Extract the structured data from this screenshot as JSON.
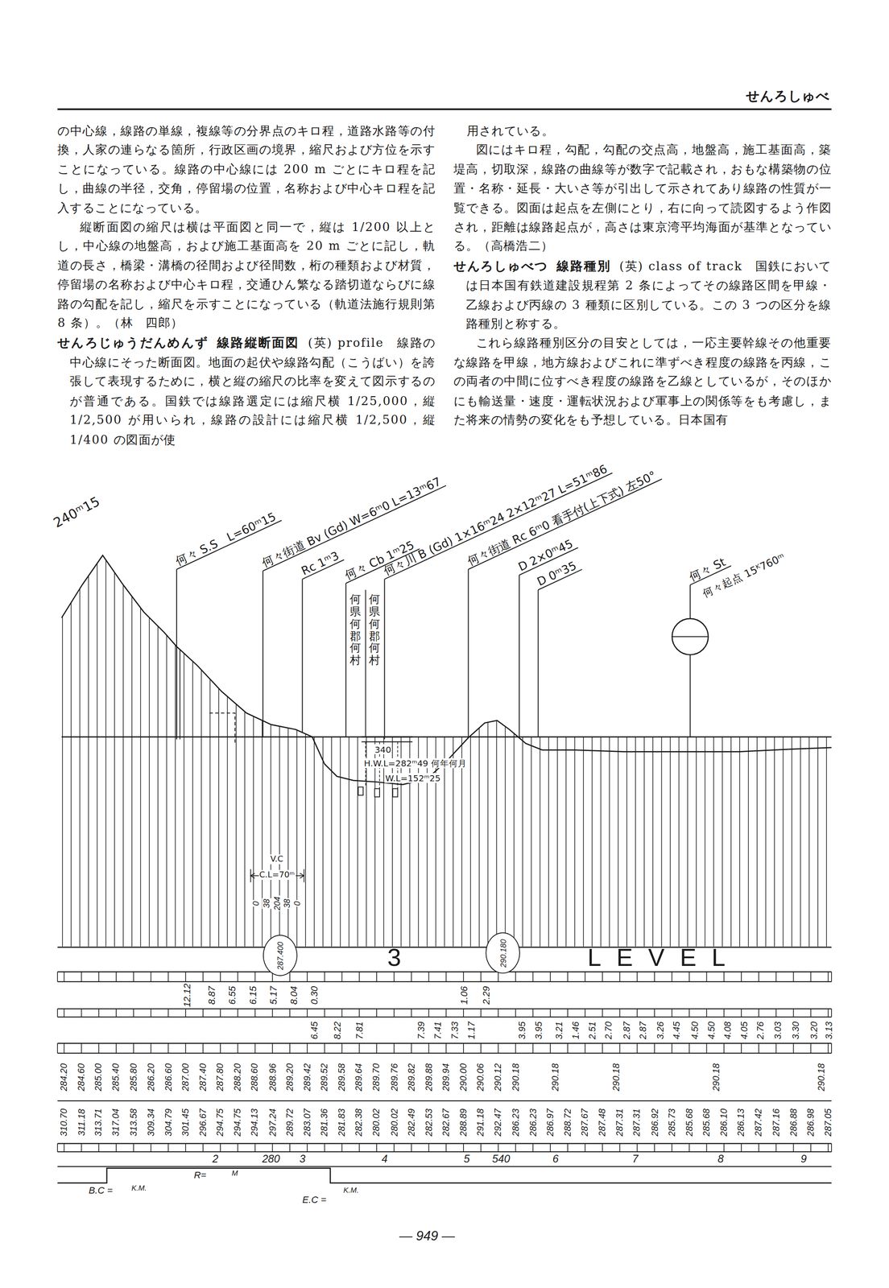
{
  "diagram": {
    "title": "せんろしゅべ",
    "nodes": [
      {
        "text": [
          "287.400"
        ]
      },
      {
        "text": [
          "290.180"
        ]
      }
    ],
    "labels": [
      "の中心線，線路の単線，複線等の分界点のキロ程，道路水路等の付換，人家の連らなる箇所，行政区画の境界，縮尺および方位を示すことになっている。線路の中心線には 200 m ごとにキロ程を記し，曲線の半径，交角，停留場の位置，名称および中心キロ程を記入することになっている。",
      "縦断面図の縮尺は横は平面図と同一で，縦は 1/200 以上とし，中心線の地盤高，および施工基面高を 20 m ごとに記し，軌道の長さ，橋梁・溝橋の径間および径間数，桁の種類および材質，停留場の名称および中心キロ程，交通ひん繁なる踏切道ならびに線路の勾配を記し，縮尺を示すことになっている（軌道法施行規則第 8 条）。（林　四郎）",
      "せんろじゅうだんめんず",
      "線路縦断面図",
      "(英) profile　線路の中心線にそった断面図。地面の起伏や線路勾配（こうばい）を誇張して表現するために，横と縦の縮尺の比率を変えて図示するのが普通である。国鉄では線路選定には縮尺横 1/25,000，縦 1/2,500 が用いられ，線路の設計には縮尺横 1/2,500，縦 1/400 の図面が使",
      "用されている。",
      "図にはキロ程，勾配，勾配の交点高，地盤高，施工基面高，築堤高，切取深，線路の曲線等が数字で記載され，おもな構築物の位置・名称・延長・大いさ等が引出して示されてあり線路の性質が一覧できる。図面は起点を左側にとり，右に向って読図するよう作図され，距離は線路起点が，高さは東京湾平均海面が基準となっている。（高橋浩二）",
      "せんろしゅべつ",
      "線路種別",
      "(英) class of track　国鉄においては日本国有鉄道建設規程第 2 条によってその線路区間を甲線・乙線および丙線の 3 種類に区別している。この 3 つの区分を線路種別と称する。",
      "これら線路種別区分の目安としては，一応主要幹線その他重要な線路を甲線，地方線およびこれに準ずべき程度の線路を丙線，この両者の中間に位すべき程度の線路を乙線としているが，そのほかにも輸送量・速度・運転状況および軍事上の関係等をも考慮し，また将来の情勢の変化をも予想している。日本国有",
      "— 949 —",
      "240ᵐ15",
      "何々 S.S　L=60ᵐ15",
      "何々街道 Bv (Gd) W=6ᵐ0 L=13ᵐ67",
      "Rc 1ᵐ3",
      "何々 Cb 1ᵐ25",
      "何々川 B (Gd) 1×16ᵐ24 2×12ᵐ27 L=51ᵐ86",
      "何々街道 Rc 6ᵐ0 看手付(上下式) 左50°",
      "D 2×0ᵐ45",
      "D 0ᵐ35",
      "何々 St",
      "何々起点 15ᴷ760ᵐ",
      "何県何郡何村",
      "何県何郡何村",
      "340",
      "H.W.L=282ᵐ49 何年何月",
      "W.L=152ᵐ25",
      "V.C",
      "C.L=70ᵐ",
      "0",
      "38",
      "204",
      "38",
      "0",
      "3",
      "LEVEL",
      "12.12",
      "8.87",
      "6.55",
      "6.15",
      "5.17",
      "8.04",
      "0.30",
      "1.06",
      "2.29",
      "6.45",
      "8.22",
      "7.81",
      "7.39",
      "7.41",
      "7.33",
      "1.17",
      "3.95",
      "3.95",
      "3.21",
      "1.46",
      "2.51",
      "2.70",
      "2.87",
      "2.87",
      "3.26",
      "4.45",
      "4.50",
      "4.50",
      "4.08",
      "4.05",
      "2.76",
      "3.03",
      "3.30",
      "3.20",
      "3.13",
      "284.20",
      "284.60",
      "285.00",
      "285.40",
      "285.80",
      "286.20",
      "286.60",
      "287.00",
      "287.40",
      "287.80",
      "288.20",
      "288.60",
      "288.96",
      "289.20",
      "289.42",
      "289.52",
      "289.58",
      "289.64",
      "289.70",
      "289.76",
      "289.82",
      "289.88",
      "289.94",
      "290.00",
      "290.06",
      "290.12",
      "290.18",
      "290.18",
      "290.18",
      "290.18",
      "290.18",
      "310.70",
      "311.18",
      "313.71",
      "317.04",
      "313.58",
      "309.34",
      "304.79",
      "301.45",
      "296.67",
      "294.75",
      "294.75",
      "294.13",
      "297.24",
      "289.72",
      "283.07",
      "281.36",
      "281.83",
      "282.38",
      "280.02",
      "280.02",
      "282.49",
      "282.53",
      "282.67",
      "288.89",
      "291.18",
      "292.47",
      "286.23",
      "286.23",
      "286.97",
      "288.72",
      "287.67",
      "287.48",
      "287.31",
      "287.31",
      "286.92",
      "285.73",
      "285.68",
      "285.68",
      "286.10",
      "286.13",
      "287.42",
      "287.16",
      "286.88",
      "286.98",
      "287.05",
      "2",
      "280",
      "3",
      "4",
      "5",
      "540",
      "6",
      "7",
      "8",
      "9",
      "B.C =",
      "K.M.",
      "R=",
      "M",
      "E.C =",
      "K.M."
    ]
  }
}
